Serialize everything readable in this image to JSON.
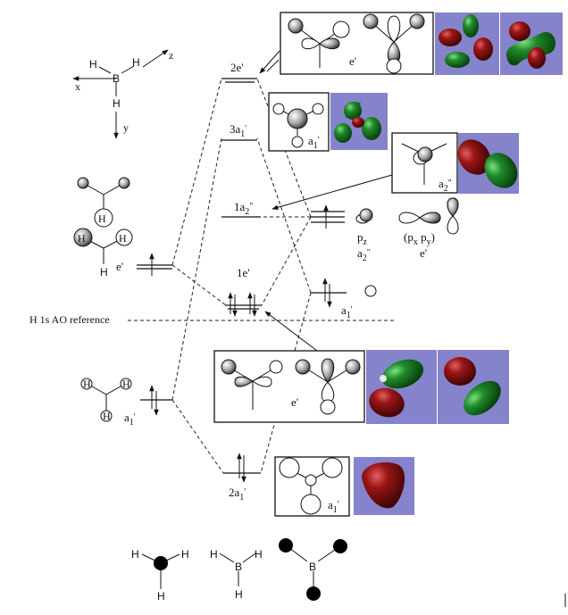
{
  "axes": {
    "x": "x",
    "y": "y",
    "z": "z",
    "central_atom": "B",
    "ligand": "H"
  },
  "reference_line": {
    "label": "H 1s AO reference"
  },
  "levels": {
    "e2": {
      "label": "2e'"
    },
    "a3": {
      "label_main": "3a",
      "label_sub": "1",
      "label_sup": "'"
    },
    "a2pp": {
      "label_main": "1a",
      "label_sub": "2",
      "label_sup": "\""
    },
    "e1": {
      "label": "1e'"
    },
    "a2": {
      "label_main": "2a",
      "label_sub": "1",
      "label_sup": "'"
    }
  },
  "ligand_side": {
    "e_label": "e'",
    "a1_label_main": "a",
    "a1_label_sub": "1",
    "a1_label_sup": "'",
    "atom": "H"
  },
  "boron_side": {
    "pz_main": "p",
    "pz_sub": "z",
    "a2pp_main": "a",
    "a2pp_sub": "2",
    "a2pp_sup": "\"",
    "pxpy_text_open": "(p",
    "px_sub": "x",
    "py_main": " p",
    "py_sub": "y",
    "pxpy_close": ")",
    "e_label": "e'",
    "a1_main": "a",
    "a1_sub": "1",
    "a1_sup": "'"
  },
  "boxes": {
    "e2_box": {
      "label": "e'"
    },
    "a3_box": {
      "label_main": "a",
      "label_sub": "1",
      "label_sup": "'"
    },
    "a2pp_box": {
      "label_main": "a",
      "label_sub": "2",
      "label_sup": "\""
    },
    "e1_box": {
      "label": "e'"
    },
    "a2_box": {
      "label_main": "a",
      "label_sub": "1",
      "label_sup": "'"
    }
  },
  "bottom_structures": {
    "s1": {
      "top_left": "H",
      "top_right": "H",
      "bottom": "H"
    },
    "s2": {
      "top_left": "H",
      "top_right": "H",
      "bottom": "H",
      "center": "B"
    },
    "s3": {
      "center": "B"
    }
  },
  "colors": {
    "panel_bg": "#8583cc",
    "lobe_red": "#8b1010",
    "lobe_green": "#1f8a2a"
  }
}
